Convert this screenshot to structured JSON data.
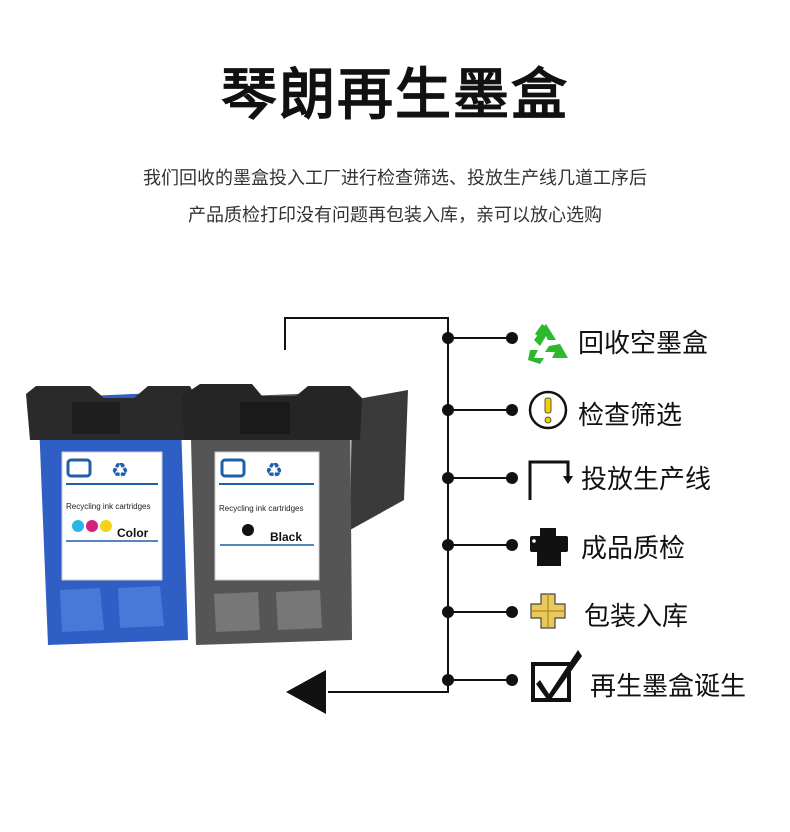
{
  "title": "琴朗再生墨盒",
  "description": {
    "line1": "我们回收的墨盒投入工厂进行检查筛选、投放生产线几道工序后",
    "line2": "产品质检打印没有问题再包装入库，亲可以放心选购"
  },
  "cartridges": [
    {
      "label_text": "Recycling ink cartridges",
      "brand": "Color",
      "body_color": "#2f5fc4"
    },
    {
      "label_text": "Recycling ink cartridges",
      "brand": "Black",
      "body_color": "#2b2b2b"
    }
  ],
  "steps": [
    {
      "label": "回收空墨盒",
      "icon": "recycle-icon",
      "color": "#2eb82e"
    },
    {
      "label": "检查筛选",
      "icon": "exclamation-circle-icon",
      "color": "#f2d000"
    },
    {
      "label": "投放生产线",
      "icon": "production-line-icon",
      "color": "#111111"
    },
    {
      "label": "成品质检",
      "icon": "printer-icon",
      "color": "#111111"
    },
    {
      "label": "包装入库",
      "icon": "package-icon",
      "color": "#e8c95a"
    },
    {
      "label": "再生墨盒诞生",
      "icon": "checkbox-check-icon",
      "color": "#111111"
    }
  ]
}
